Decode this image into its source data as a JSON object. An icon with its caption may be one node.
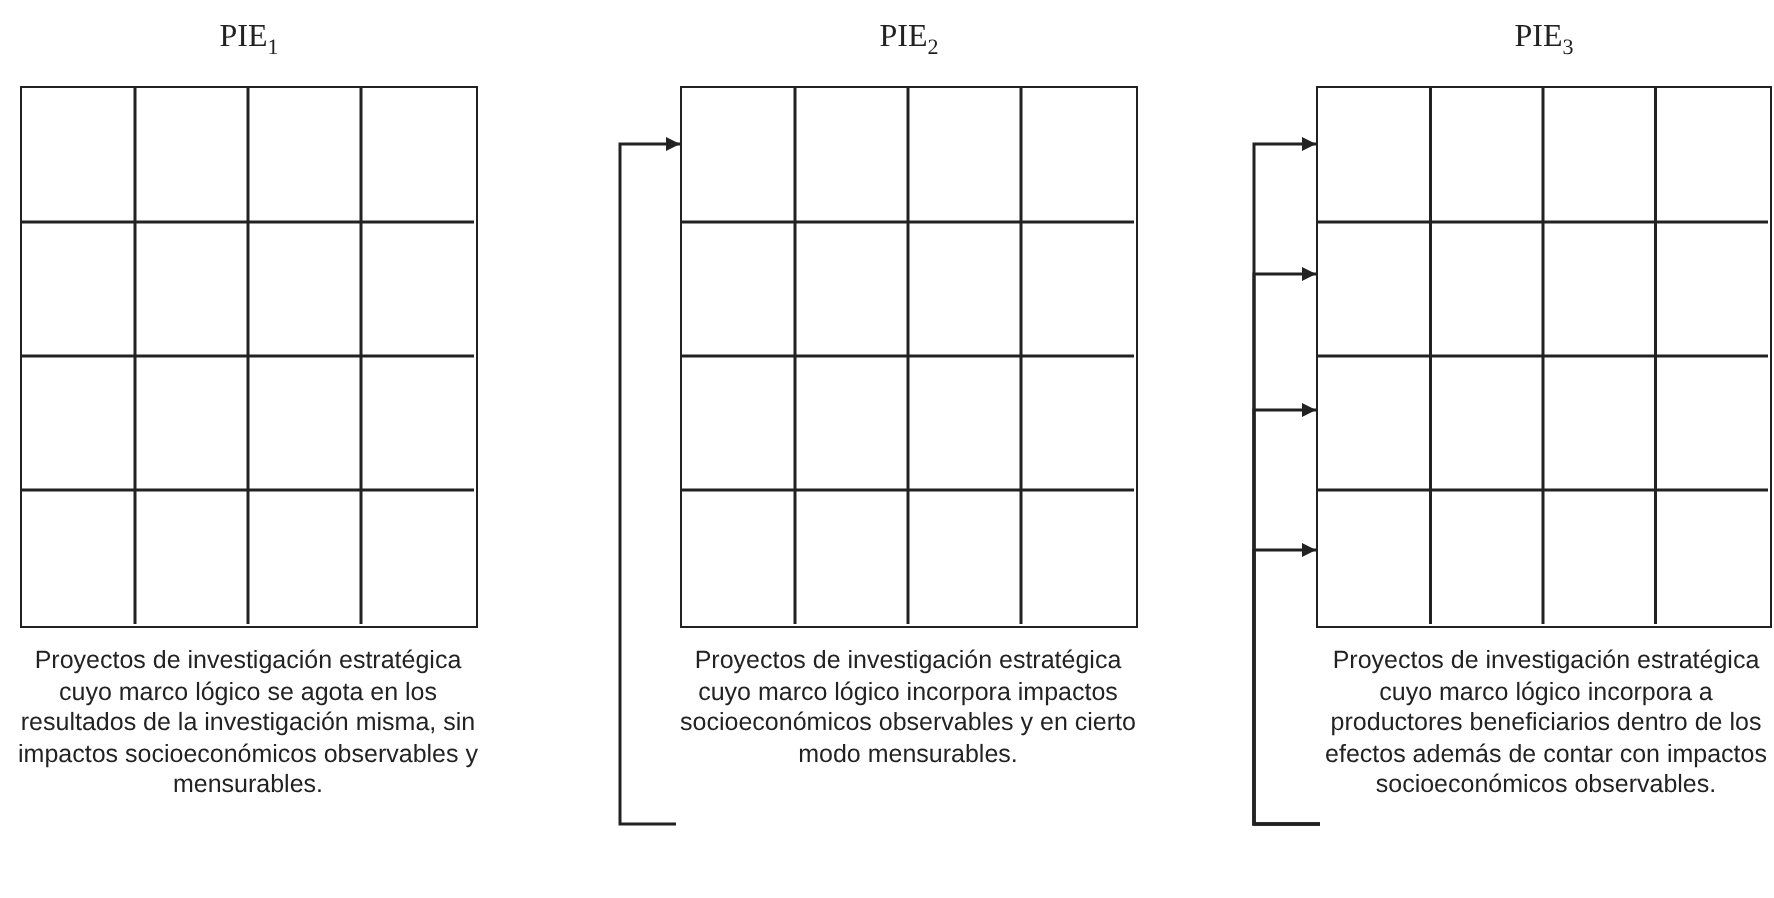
{
  "diagram": {
    "nodes": [
      {
        "text": [
          "PIE$_{1}$"
        ],
        "beside": [
          "Proyectos de investigación estratégica cuyo marco lógico se agota en los resultados de la investigación misma, sin impactos socioeconómicos observables y mensurables."
        ]
      },
      {
        "text": [
          "PIE$_{2}$"
        ]
      },
      {
        "text": [
          "PIE$_{3}$"
        ]
      },
      {
        "text": [
          "Proyectos de investigación estratégica cuyo marco lógico incorpora impactos socioeconómicos observables y en cierto modo mensurables."
        ]
      },
      {
        "text": [
          "Proyectos de investigación estratégica cuyo marco lógico incorpora a productores beneficiarios dentro de los efectos además de contar con impactos socioeconómicos observables."
        ]
      }
    ],
    "edges": [
      {
        "from": 3,
        "to": 1,
        "arrow": "to"
      },
      {
        "from": 4,
        "to": 2,
        "arrow": "to"
      },
      {
        "from": 4,
        "to": 2,
        "arrow": "to"
      },
      {
        "from": 4,
        "to": 2,
        "arrow": "to"
      },
      {
        "from": 4,
        "to": 2,
        "arrow": "to"
      }
    ]
  }
}
